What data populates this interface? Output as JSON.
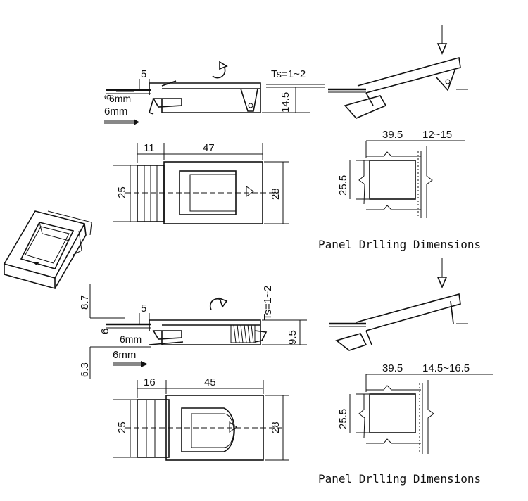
{
  "top": {
    "side": {
      "dim_5": "5",
      "dim_6": "6",
      "dim_6mm_inner": "6mm",
      "dim_6mm_arrow": "6mm",
      "ts": "Ts=1~2",
      "dim_14_5": "14.5"
    },
    "front": {
      "dim_11": "11",
      "dim_47": "47",
      "dim_25": "25",
      "dim_28": "28"
    },
    "panel": {
      "dim_39_5": "39.5",
      "dim_12_15": "12~15",
      "dim_25_5": "25.5",
      "caption": "Panel Drlling Dimensions"
    }
  },
  "bottom": {
    "side": {
      "dim_5": "5",
      "dim_6": "6",
      "dim_8_7": "8.7",
      "dim_6_3": "6.3",
      "dim_6mm_inner": "6mm",
      "dim_6mm_arrow": "6mm",
      "ts": "Ts=1~2",
      "dim_9_5": "9.5"
    },
    "front": {
      "dim_16": "16",
      "dim_45": "45",
      "dim_25": "25",
      "dim_28": "28"
    },
    "panel": {
      "dim_39_5": "39.5",
      "dim_14_5_16_5": "14.5~16.5",
      "dim_25_5": "25.5",
      "caption": "Panel Drlling Dimensions"
    }
  }
}
